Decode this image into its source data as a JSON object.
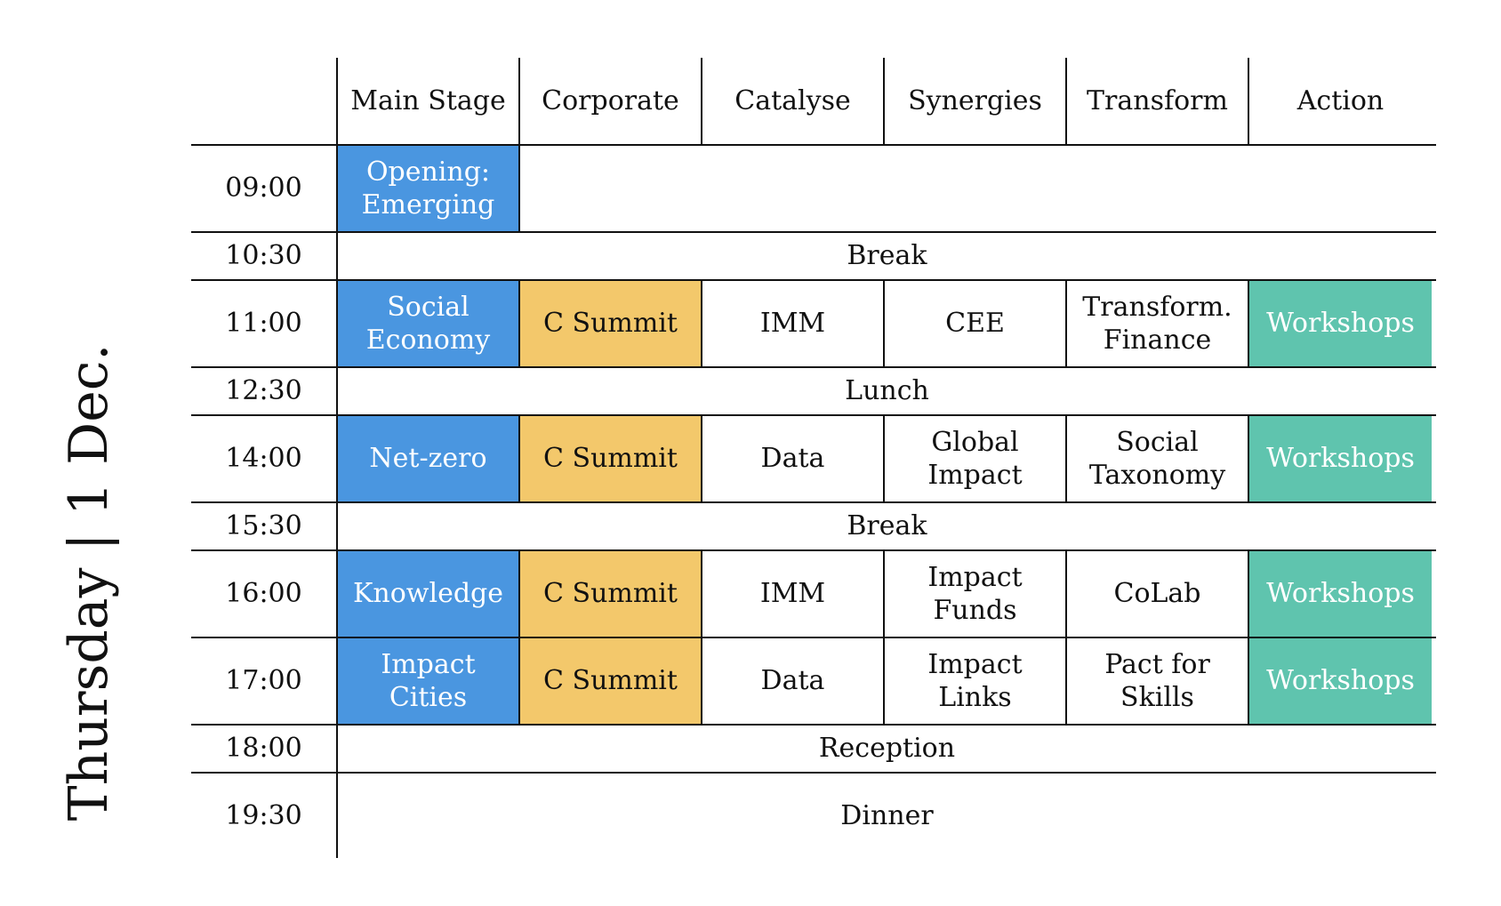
{
  "day_title": "Thursday | 1 Dec.",
  "tracks": [
    "Main Stage",
    "Corporate",
    "Catalyse",
    "Synergies",
    "Transform",
    "Action"
  ],
  "rows": [
    {
      "time": "09:00",
      "sessions": [
        "Opening: Emerging"
      ]
    },
    {
      "time": "10:30",
      "label": "Break"
    },
    {
      "time": "11:00",
      "sessions": [
        "Social Economy",
        "C Summit",
        "IMM",
        "CEE",
        "Transform. Finance",
        "Workshops"
      ]
    },
    {
      "time": "12:30",
      "label": "Lunch"
    },
    {
      "time": "14:00",
      "sessions": [
        "Net-zero",
        "C Summit",
        "Data",
        "Global Impact",
        "Social Taxonomy",
        "Workshops"
      ]
    },
    {
      "time": "15:30",
      "label": "Break"
    },
    {
      "time": "16:00",
      "sessions": [
        "Knowledge",
        "C Summit",
        "IMM",
        "Impact Funds",
        "CoLab",
        "Workshops"
      ]
    },
    {
      "time": "17:00",
      "sessions": [
        "Impact Cities",
        "C Summit",
        "Data",
        "Impact Links",
        "Pact for Skills",
        "Workshops"
      ]
    },
    {
      "time": "18:00",
      "label": "Reception"
    },
    {
      "time": "19:30",
      "label": "Dinner"
    }
  ],
  "colors": {
    "main_stage": "#4a96e0",
    "corporate": "#f3c86b",
    "action": "#5fc4ae"
  }
}
